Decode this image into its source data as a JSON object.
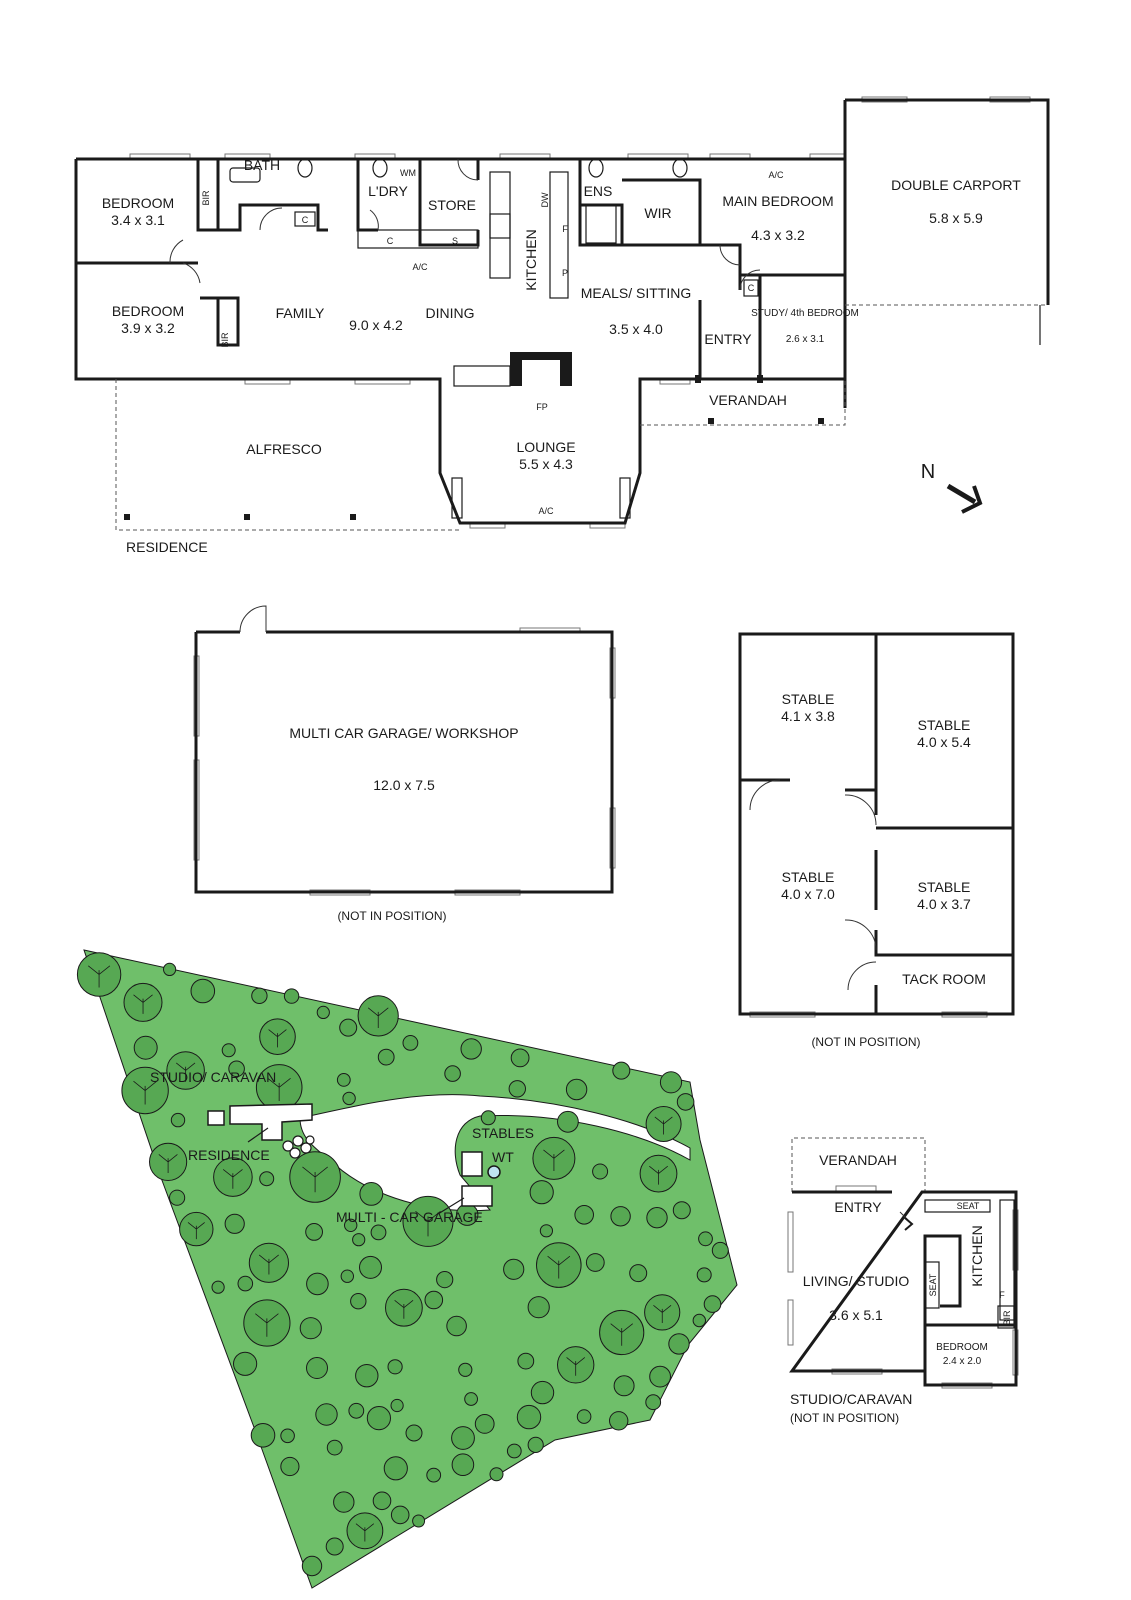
{
  "residence": {
    "caption": "RESIDENCE",
    "rooms": [
      {
        "name": "BEDROOM",
        "dims": "3.4 x 3.1"
      },
      {
        "name": "BEDROOM",
        "dims": "3.9 x 3.2"
      },
      {
        "name": "BATH"
      },
      {
        "name": "L'DRY"
      },
      {
        "name": "STORE"
      },
      {
        "name": "KITCHEN"
      },
      {
        "name": "ENS"
      },
      {
        "name": "WIR"
      },
      {
        "name": "MAIN BEDROOM",
        "dims": "4.3 x 3.2"
      },
      {
        "name": "FAMILY"
      },
      {
        "name": "DINING"
      },
      {
        "name": "MEALS/ SITTING",
        "dims": "3.5 x 4.0"
      },
      {
        "name": "STUDY/ 4th BEDROOM",
        "dims": "2.6 x 3.1"
      },
      {
        "name": "ENTRY"
      },
      {
        "name": "VERANDAH"
      },
      {
        "name": "ALFRESCO"
      },
      {
        "name": "LOUNGE",
        "dims": "5.5 x 4.3"
      },
      {
        "name": "DOUBLE CARPORT",
        "dims": "5.8 x 5.9"
      }
    ],
    "family_dining_dims": "9.0 x 4.2",
    "fixtures": {
      "bir": "BIR",
      "c": "C",
      "wm": "WM",
      "s": "S",
      "ac": "A/C",
      "dw": "DW",
      "f": "F",
      "p": "P",
      "fp": "FP"
    }
  },
  "compass": {
    "label": "N"
  },
  "garage": {
    "name": "MULTI CAR GARAGE/ WORKSHOP",
    "dims": "12.0 x 7.5",
    "note": "(NOT IN POSITION)"
  },
  "stables": {
    "rooms": [
      {
        "name": "STABLE",
        "dims": "4.1 x 3.8"
      },
      {
        "name": "STABLE",
        "dims": "4.0 x 5.4"
      },
      {
        "name": "STABLE",
        "dims": "4.0 x 7.0"
      },
      {
        "name": "STABLE",
        "dims": "4.0 x 3.7"
      },
      {
        "name": "TACK ROOM"
      }
    ],
    "note": "(NOT IN POSITION)"
  },
  "site": {
    "labels": {
      "studio": "STUDIO/ CARAVAN",
      "residence": "RESIDENCE",
      "stables": "STABLES",
      "wt": "WT",
      "garage": "MULTI - CAR GARAGE"
    },
    "colors": {
      "lawn": "#6fbf6a",
      "tree": "#57a853",
      "drive": "#ffffff"
    }
  },
  "studio": {
    "rooms": [
      {
        "name": "VERANDAH"
      },
      {
        "name": "ENTRY"
      },
      {
        "name": "LIVING/ STUDIO",
        "dims": "3.6 x 5.1"
      },
      {
        "name": "KITCHEN"
      },
      {
        "name": "BEDROOM",
        "dims": "2.4 x 2.0"
      }
    ],
    "fixtures": {
      "seat": "SEAT",
      "f": "F",
      "bir": "BIR"
    },
    "caption": "STUDIO/CARAVAN",
    "note": "(NOT IN POSITION)"
  }
}
